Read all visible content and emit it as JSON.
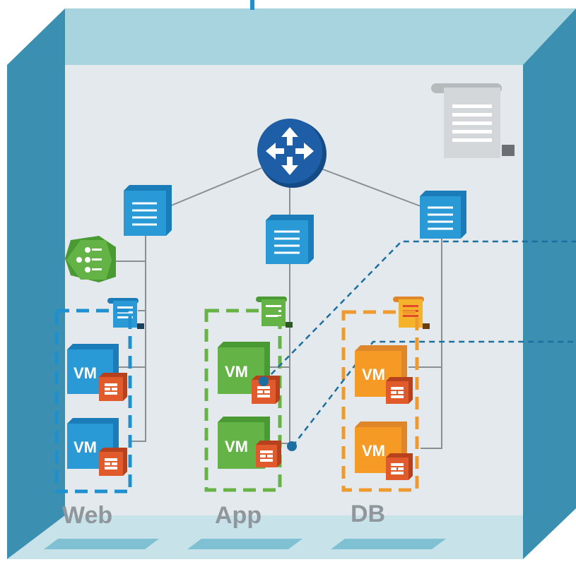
{
  "tiers": [
    {
      "label": "Web",
      "color": "#1e8fcf"
    },
    {
      "label": "App",
      "color": "#67b346"
    },
    {
      "label": "DB",
      "color": "#ef9a2e"
    }
  ],
  "vm_label": "VM",
  "colors": {
    "box_light": "#a8d4df",
    "box_mid": "#7fc1d3",
    "box_dark": "#3b8fb0",
    "floor": "#c8e2ea",
    "inner": "#e3e9ec",
    "router": "#1d5ea6",
    "switch": "#2a9ad6",
    "firewall": "#e05a2b",
    "load_balancer": "#63b346",
    "connector": "#1b6fa1",
    "policy_doc": "#d4d7d9"
  },
  "icons": [
    "router-icon",
    "switch-icon",
    "load-balancer-icon",
    "firewall-icon",
    "policy-document-icon",
    "security-policy-icon"
  ]
}
